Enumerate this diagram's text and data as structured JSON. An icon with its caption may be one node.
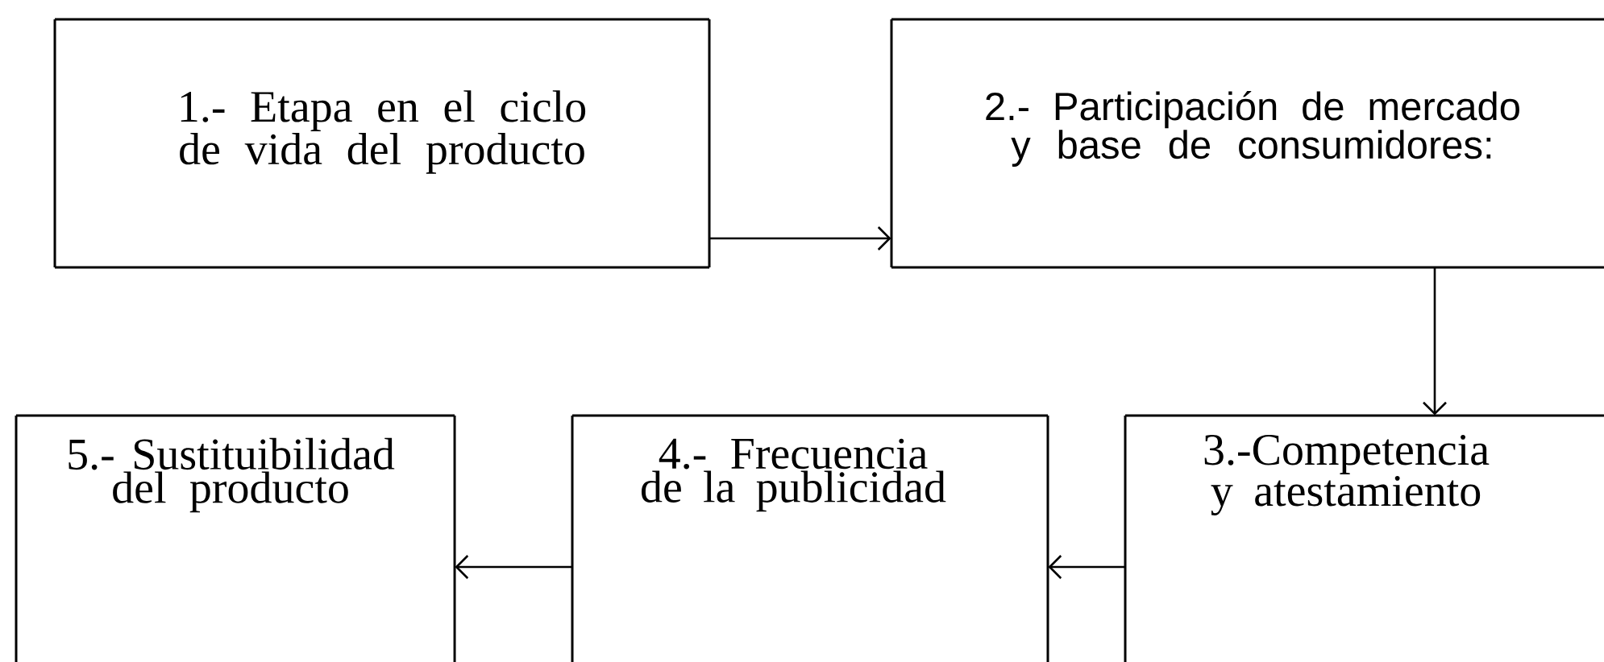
{
  "diagram": {
    "nodes": [
      {
        "text": [
          "1.- Etapa en el ciclo de vida del producto"
        ]
      },
      {
        "text": [
          "2.- Participación de mercado y base de consumidores:"
        ]
      },
      {
        "text": [
          "3.-Competencia y atestamiento"
        ]
      },
      {
        "text": [
          "4.- Frecuencia de la publicidad"
        ]
      },
      {
        "text": [
          "5.- Sustituibilidad del producto"
        ]
      }
    ],
    "edges": [
      {
        "from": 0,
        "to": 1,
        "arrow": "to"
      },
      {
        "from": 1,
        "to": 2,
        "arrow": "to"
      },
      {
        "from": 2,
        "to": 3,
        "arrow": "to"
      },
      {
        "from": 3,
        "to": 4,
        "arrow": "to"
      }
    ]
  }
}
